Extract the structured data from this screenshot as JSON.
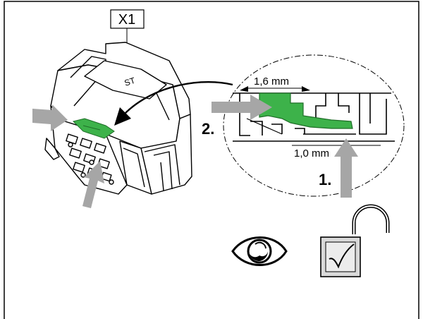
{
  "callout": {
    "label": "X1"
  },
  "detail": {
    "dim_top": "1,6 mm",
    "dim_bottom": "1,0 mm"
  },
  "steps": [
    {
      "label": "2."
    },
    {
      "label": "1."
    }
  ],
  "icons": {
    "inspect": "eye-icon",
    "unlock": "unlocked-padlock-check-icon"
  },
  "colors": {
    "latch_green": "#3db24a",
    "arrow_gray": "#a6a6a6",
    "outline": "#000000"
  }
}
